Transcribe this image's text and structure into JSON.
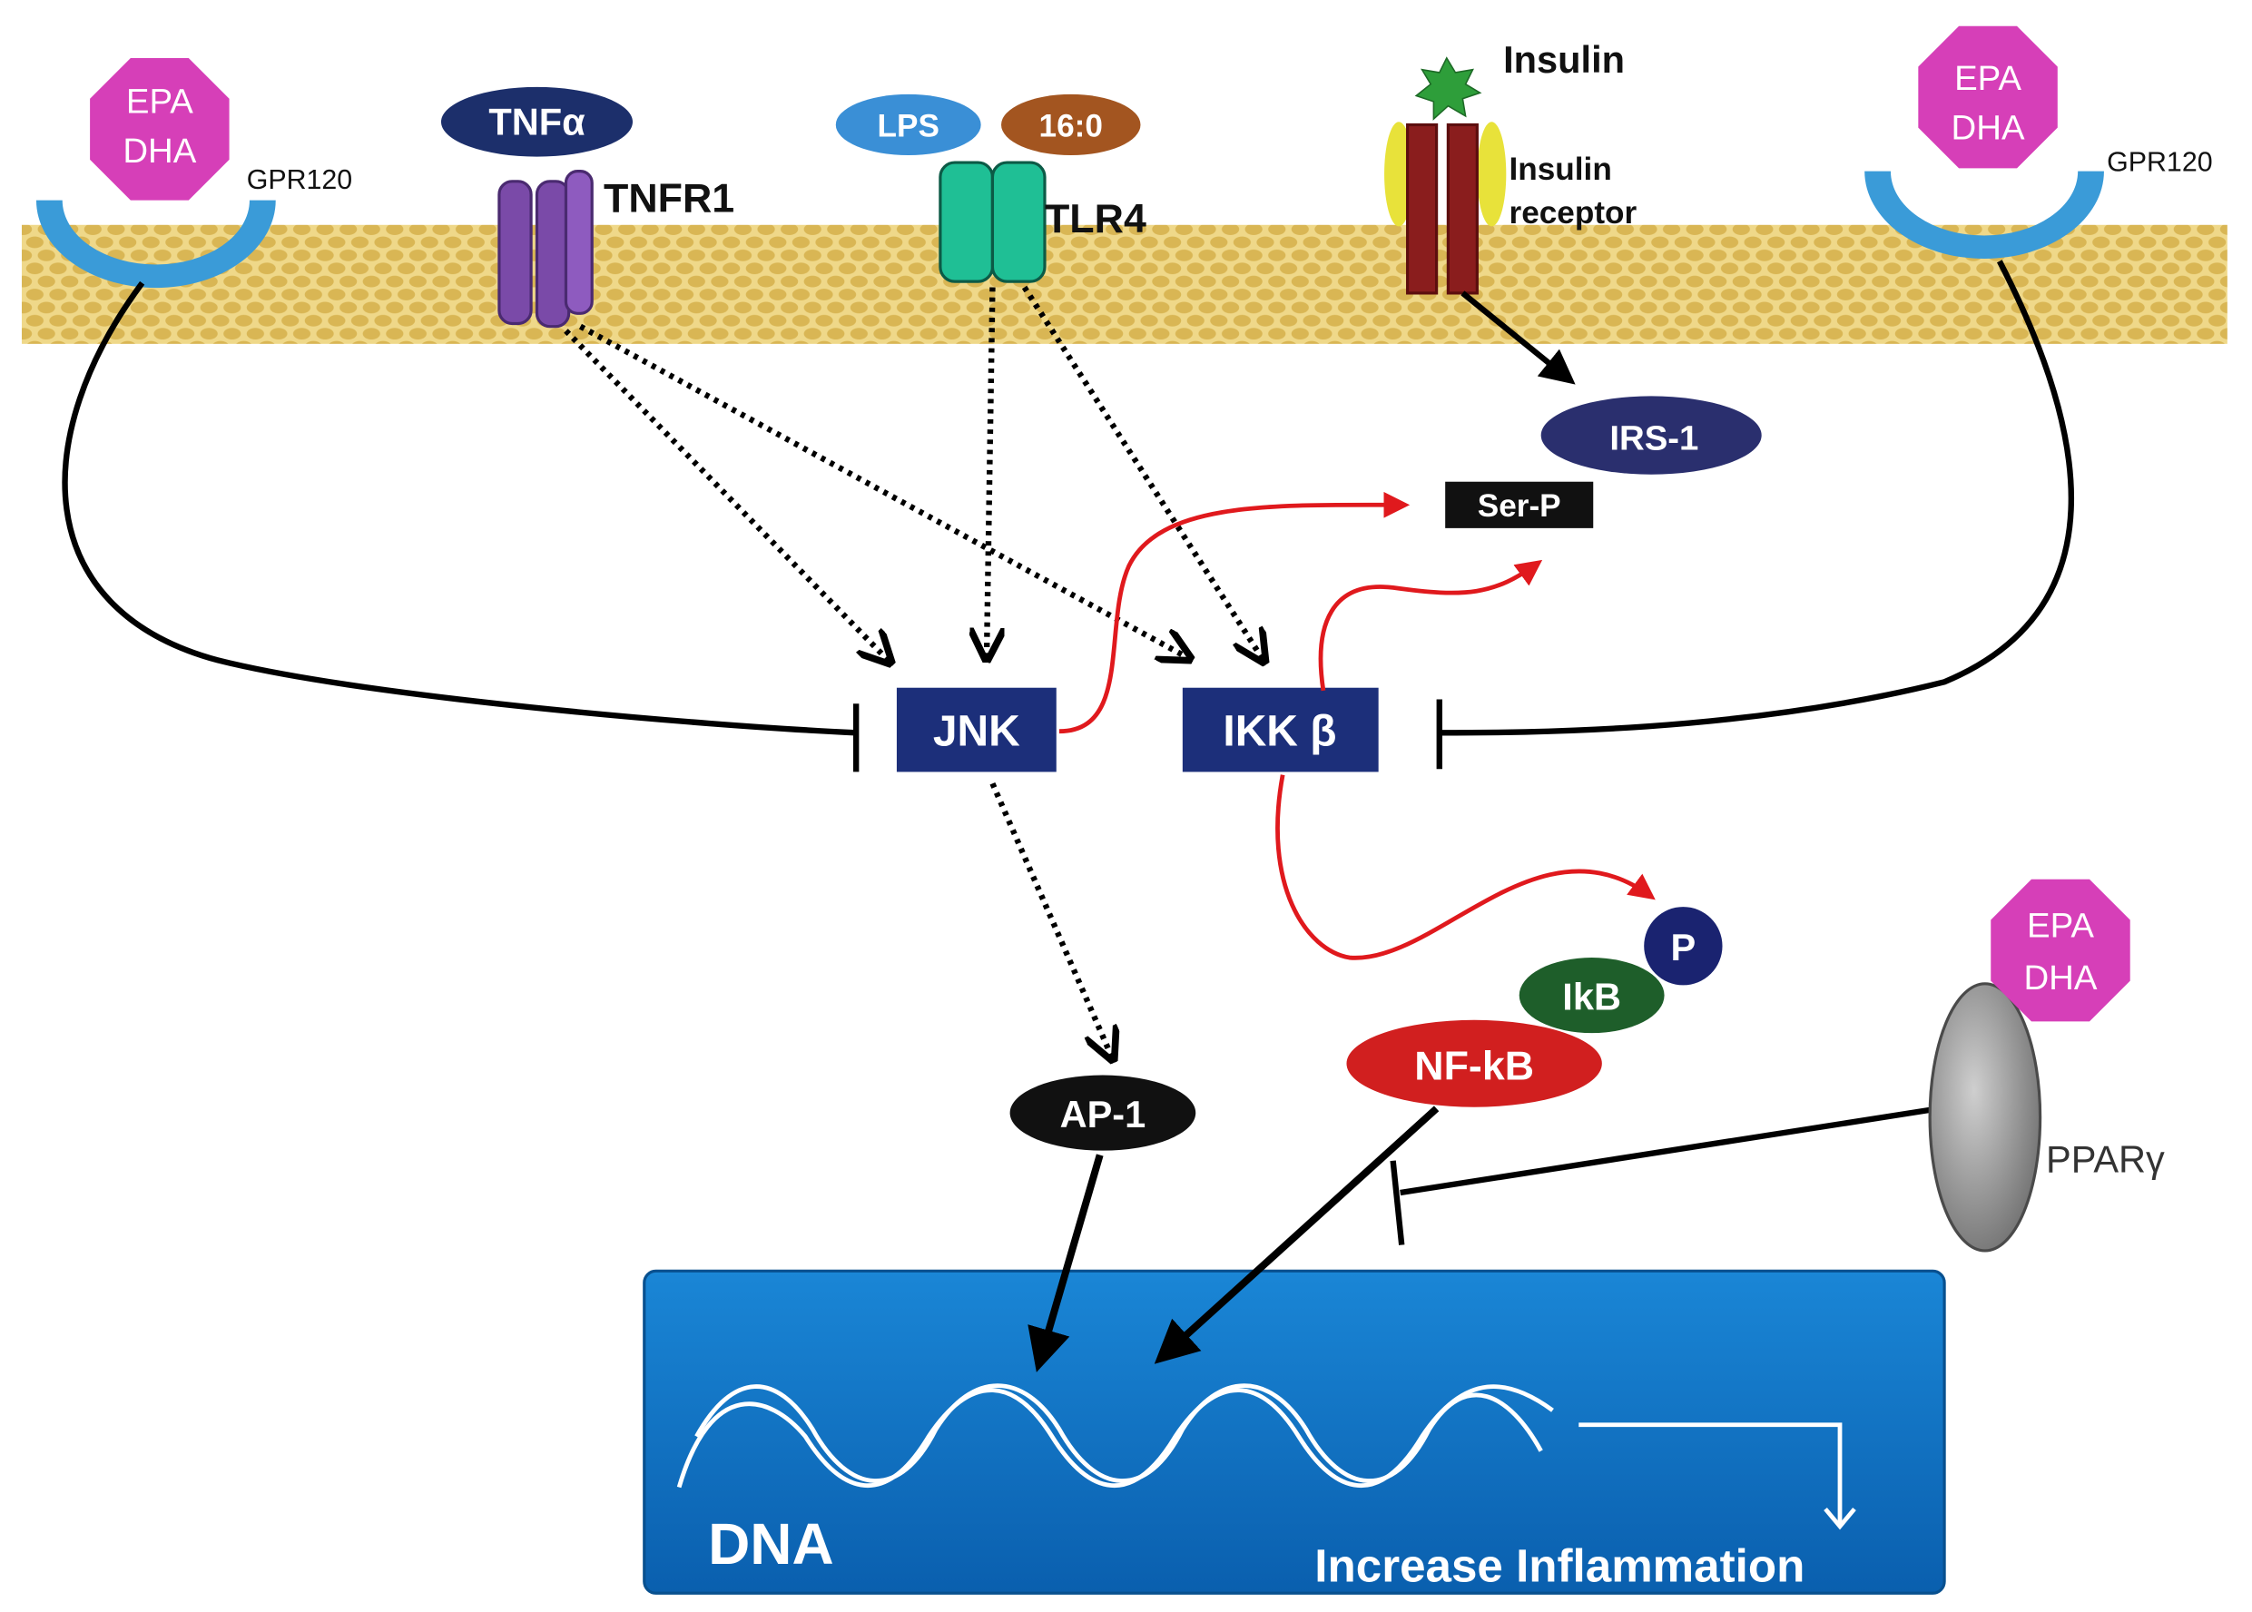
{
  "labels": {
    "epa_dha_line1": "EPA",
    "epa_dha_line2": "DHA",
    "gpr120": "GPR120",
    "tnfa": "TNFα",
    "tnfr1": "TNFR1",
    "lps": "LPS",
    "palmitate": "16:0",
    "tlr4": "TLR4",
    "insulin": "Insulin",
    "insulin_receptor_line1": "Insulin",
    "insulin_receptor_line2": "receptor",
    "irs1": "IRS-1",
    "ser_p": "Ser-P",
    "jnk": "JNK",
    "ikkb": "IKK β",
    "p": "P",
    "ikb": "IkB",
    "nfkb": "NF-kB",
    "ap1": "AP-1",
    "ppar": "PPARγ",
    "dna": "DNA",
    "increase_inflammation": "Increase Inflammation"
  },
  "colors": {
    "membrane": "#e3c46a",
    "membrane_dark": "#c9a43e",
    "epa_dha": "#d63fb8",
    "gpr120": "#3a9bd8",
    "tnfa": "#1c2f6b",
    "tnfr1": "#7a4aa8",
    "lps": "#3a8fd6",
    "palmitate": "#a35520",
    "tlr4": "#1fbf95",
    "insulin": "#2e9e3a",
    "insulin_receptor": "#8a1d1d",
    "insulin_receptor_wing": "#e8e23a",
    "irs1": "#2a2f6e",
    "kinase_box": "#1c2f7a",
    "red_arrow": "#e0191d",
    "ikb": "#1e5e2a",
    "p": "#1a2370",
    "nfkb": "#d11f1f",
    "ap1": "#111111",
    "ppar": "#8e8e8e",
    "nucleus": "#0d6fc2"
  }
}
